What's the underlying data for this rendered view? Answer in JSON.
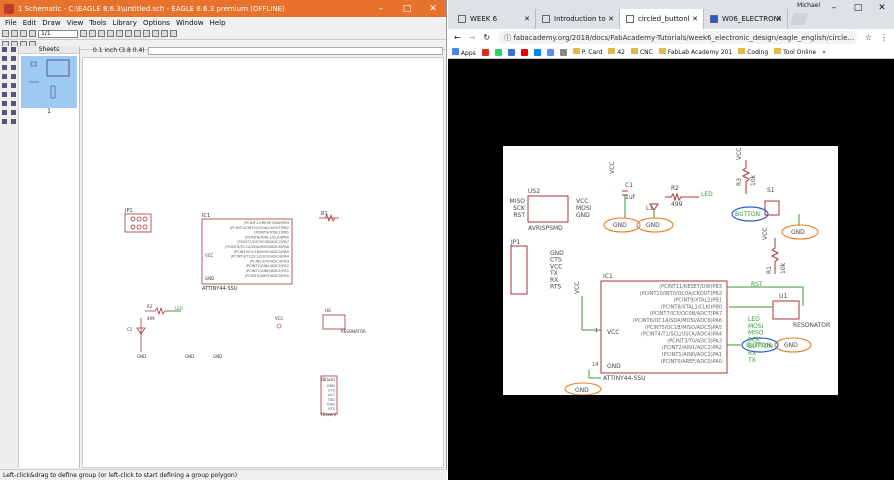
{
  "eagle": {
    "title": "1 Schematic - C:\\EAGLE 8.6.3\\untitled.sch - EAGLE 8.6.3 premium (OFFLINE)",
    "menu": [
      "File",
      "Edit",
      "Draw",
      "View",
      "Tools",
      "Library",
      "Options",
      "Window",
      "Help"
    ],
    "sheet_select": "1/1",
    "sheets_header": "Sheets",
    "sheet_number": "1",
    "coord_readout": "0.1 inch (3.8 0.4)",
    "status": "Left-click&drag to define group (or left-click to start defining a group polygon)",
    "labels": {
      "jp1": "JP1",
      "ic1": "IC1",
      "r1": "R1",
      "ic1_name": "ATTINY44-SSU",
      "vcc": "VCC",
      "gnd": "GND",
      "led": "LED",
      "r2": "R2",
      "r2_val": "499",
      "c1": "C1",
      "resonator": "RESONATOR",
      "hg": "HG",
      "jp_block": "JP1",
      "black": "(Black)",
      "green": "(Green)",
      "ftdi_pins": [
        "GND",
        "CTS",
        "VCC",
        "TXD",
        "RXD",
        "RTS"
      ],
      "ic_pins_right": [
        "(PCINT11/RESET/DW)PB3",
        "(PCINT10/INT0/OC0A/CKOUT)PB2",
        "(PCINT9/XTAL2)PB1",
        "(PCINT8/XTAL1/CLKI)PB0",
        "(PCINT7/ICP/OC0B/ADC7)PA7",
        "(PCINT6/OC1A/SDA/MOSI/ADC6)PA6",
        "(PCINT5/OC1B/MISO/ADC5)PA5",
        "(PCINT4/T1/SCL/USCK/ADC4)PA4",
        "(PCINT3/T0/ADC3)PA3",
        "(PCINT2/AIN1/ADC2)PA2",
        "(PCINT1/AIN0/ADC1)PA1",
        "(PCINT0/AREF/ADC0)PA0"
      ]
    }
  },
  "browser": {
    "user": "Michael",
    "tabs": [
      {
        "label": "WEEK 6"
      },
      {
        "label": "Introduction to"
      },
      {
        "label": "circled_buttonl"
      },
      {
        "label": "W06_ELECTRONI"
      }
    ],
    "url": "fabacademy.org/2018/docs/FabAcademy-Tutorials/week6_electronic_design/eagle_english/circle...",
    "bookmarks": [
      "Apps",
      "P. Card",
      "42",
      "CNC",
      "FabLab Academy 201",
      "Coding",
      "Tool Online"
    ]
  },
  "image": {
    "us2": "US2",
    "avr_left": [
      "MISO",
      "SCK",
      "RST"
    ],
    "avr_right": [
      "VCC",
      "MOSI",
      "GND"
    ],
    "avr_name": "AVRISPSMD",
    "c1": "C1",
    "c1_val": "1uf",
    "vcc": "VCC",
    "r2": "R2",
    "r2_val": "499",
    "led": "LED",
    "l1": "L1",
    "r3": "R3",
    "r3_val": "10k",
    "s1": "S1",
    "button": "BUTTON",
    "gnd": "GND",
    "jp1": "JP1",
    "ftdi": [
      "GND",
      "CTS",
      "VCC",
      "TX",
      "RX",
      "RTS"
    ],
    "r1": "R1",
    "r1_val": "10k",
    "ic1": "IC1",
    "rst": "RST",
    "u1": "U1",
    "resonator": "RESONATOR",
    "ic_pins": [
      "(PCINT11/RESET/DW)PB3",
      "(PCINT10/INT0/OC0A/CKOUT)PB2",
      "(PCINT9/XTAL2)PB1",
      "(PCINT8/XTAL1/CLKI)PB0",
      "(PCINT7/ICP/OC0B/ADC7)PA7",
      "(PCINT6/OC1A/SDA/MOSI/ADC6)PA6",
      "(PCINT5/OC1B/MISO/ADC5)PA5",
      "(PCINT4/T1/SCL/USCK/ADC4)PA4",
      "(PCINT3/T0/ADC3)PA3",
      "(PCINT2/AIN1/ADC2)PA2",
      "(PCINT1/AIN0/ADC1)PA1",
      "(PCINT0/AREF/ADC0)PA0"
    ],
    "pin_nets": [
      "LED",
      "MOSI",
      "MISO",
      "SCK",
      "BUTTON",
      "RX",
      "TX"
    ],
    "pin_nums_left": [
      "1",
      "14"
    ],
    "ic_vcc": "VCC",
    "ic_gnd": "GND",
    "ic_name": "ATTINY44-SSU"
  },
  "colors": {
    "eagle_title": "#e6722c",
    "schematic_red": "#a33",
    "net_green": "#3a9a3a",
    "circle_orange": "#e67e22",
    "circle_blue": "#2a5bd7"
  }
}
